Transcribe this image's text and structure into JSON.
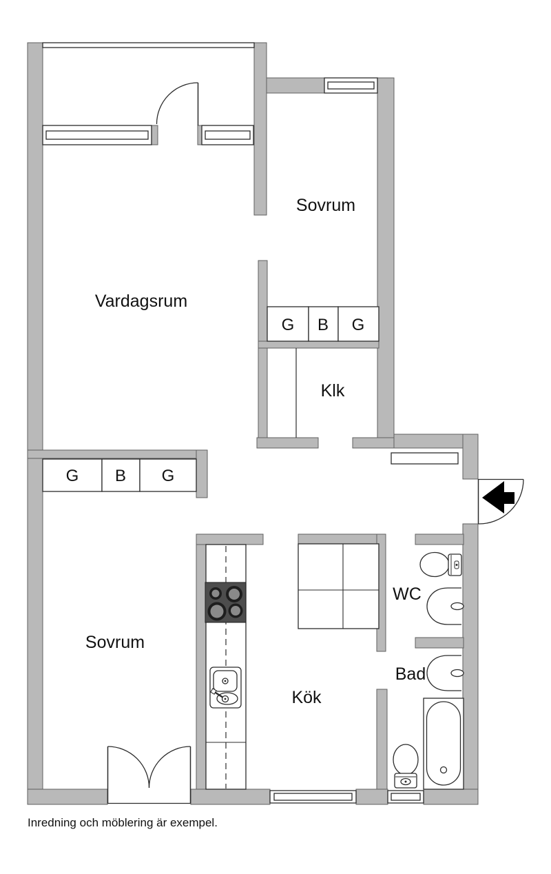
{
  "rooms": {
    "living_room": "Vardagsrum",
    "bedroom_top": "Sovrum",
    "bedroom_bottom": "Sovrum",
    "closet": "Klk",
    "kitchen": "Kök",
    "wc": "WC",
    "bath": "Bad"
  },
  "wardrobes": {
    "top_row": [
      "G",
      "B",
      "G"
    ],
    "left_row": [
      "G",
      "B",
      "G"
    ]
  },
  "footnote": "Inredning och möblering är exempel.",
  "colors": {
    "wall": "#b9b9b9",
    "outline": "#2b2b2b",
    "stove_body": "#4d4d4d",
    "burner_ring": "#1e1e1e",
    "burner_center": "#8a8a8a",
    "entry_arrow": "#000000"
  }
}
